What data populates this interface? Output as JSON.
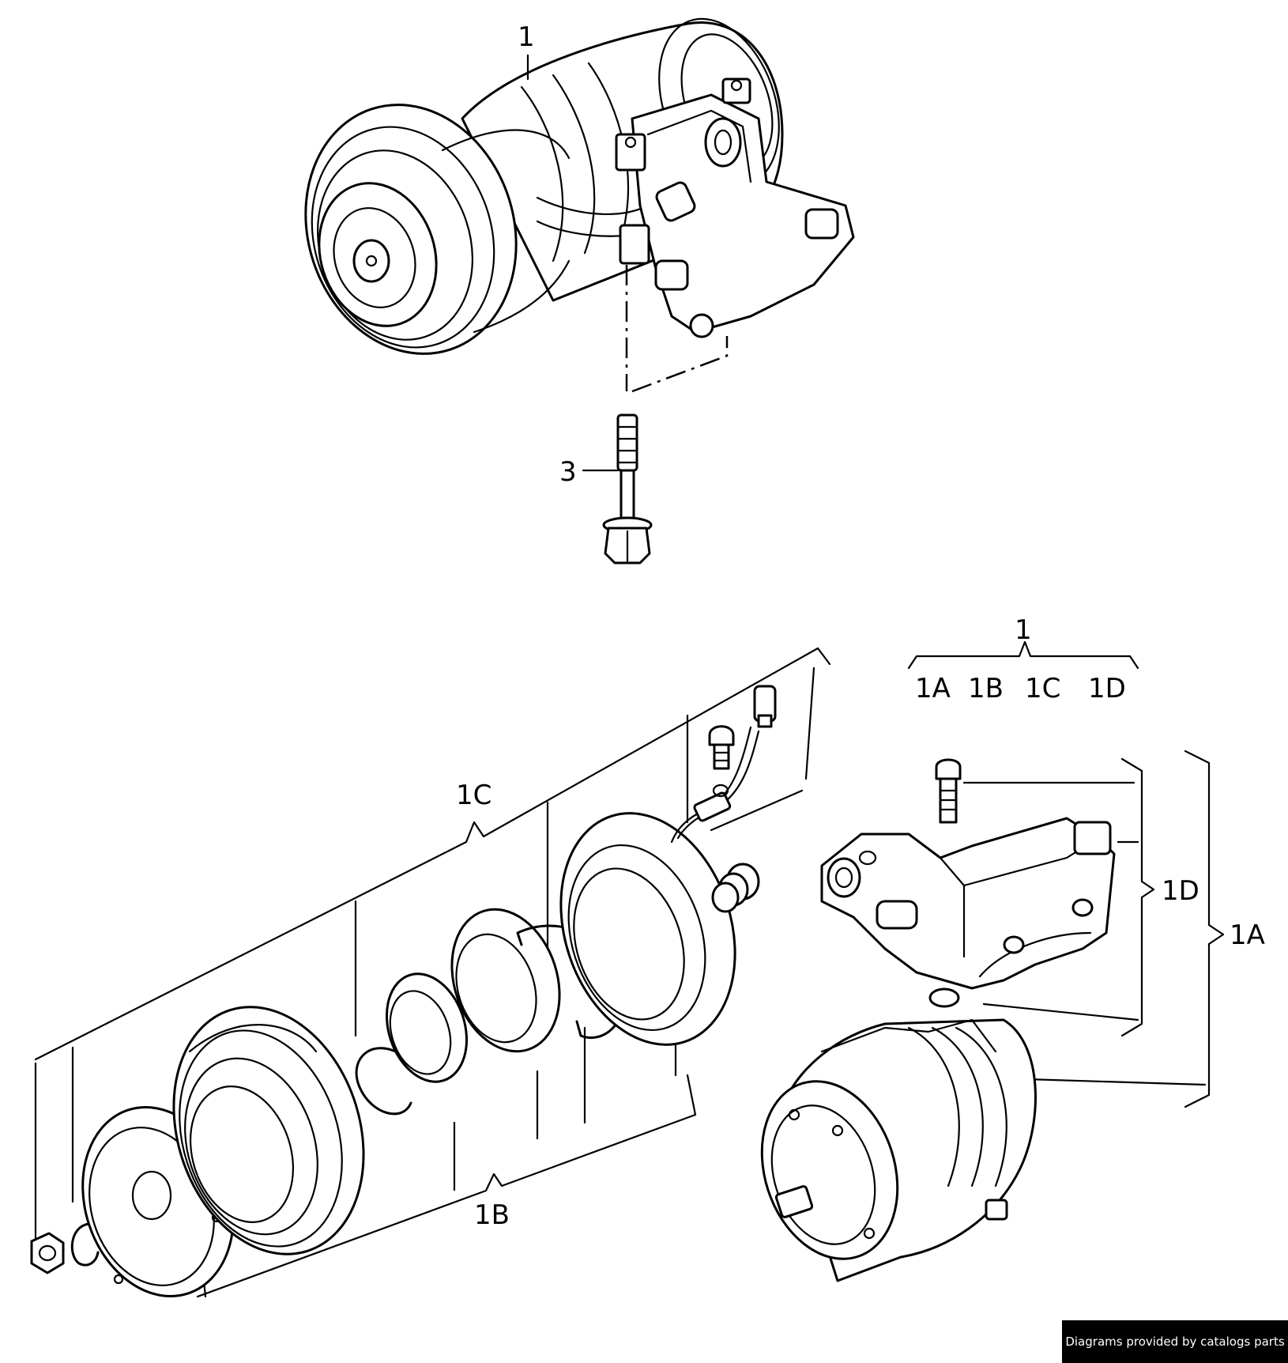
{
  "labels": {
    "compressor_top": "1",
    "bolt": "3",
    "kit_header": "1",
    "kit_a": "1A",
    "kit_b": "1B",
    "kit_c": "1C",
    "kit_d": "1D",
    "group_c": "1C",
    "group_b": "1B",
    "group_d": "1D",
    "group_a": "1A"
  },
  "credit": "Diagrams provided by catalogs parts",
  "colors": {
    "line": "#000000",
    "background": "#ffffff",
    "credit_bg": "#000000",
    "credit_fg": "#ffffff"
  }
}
